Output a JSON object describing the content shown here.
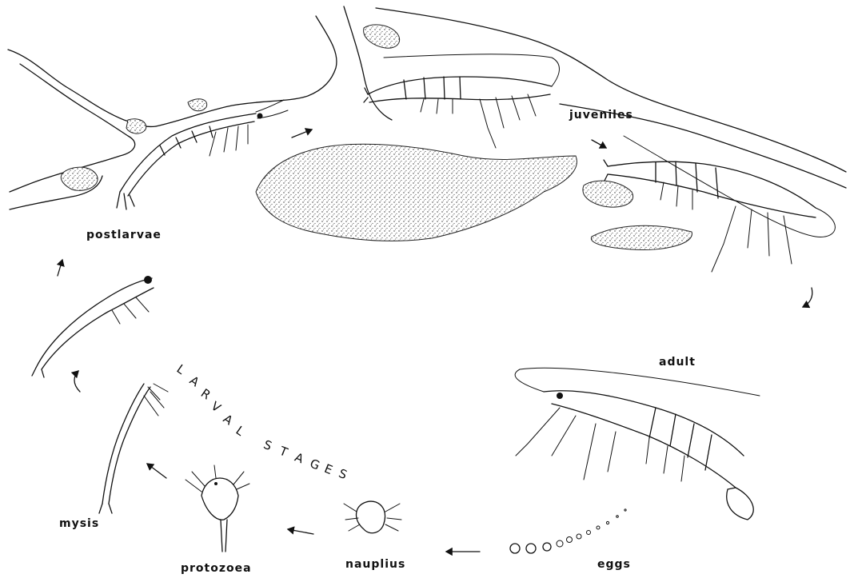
{
  "labels": {
    "postlarvae": "postlarvae",
    "juveniles": "juveniles",
    "adult": "adult",
    "eggs": "eggs",
    "nauplius": "nauplius",
    "protozoea": "protozoea",
    "mysis": "mysis"
  },
  "larval_stages_letters": [
    "L",
    "A",
    "R",
    "V",
    "A",
    "L",
    "S",
    "T",
    "A",
    "G",
    "E",
    "S"
  ]
}
